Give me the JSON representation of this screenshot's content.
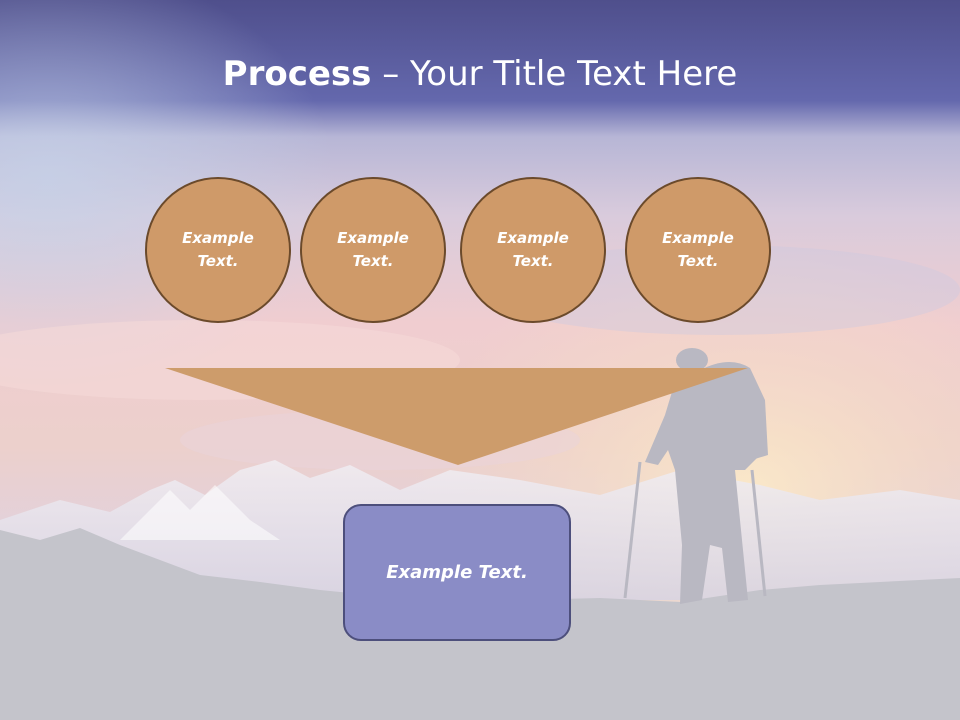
{
  "slide": {
    "title_bold": "Process",
    "title_separator": " – ",
    "title_rest": "Your Title Text Here",
    "circles": [
      {
        "text": "Example Text."
      },
      {
        "text": "Example Text."
      },
      {
        "text": "Example Text."
      },
      {
        "text": "Example Text."
      }
    ],
    "result_box": {
      "text": "Example Text."
    }
  },
  "colors": {
    "header_band": "#5f63a8",
    "circle_fill": "#cf9a69",
    "circle_border": "#6b4a2b",
    "funnel_fill": "#cd9c6b",
    "box_fill": "#8a8cc6",
    "box_border": "#4d4f7c",
    "ground": "#c4c4cb"
  },
  "background_image": "mountain-hiker-silhouette-at-sunset"
}
